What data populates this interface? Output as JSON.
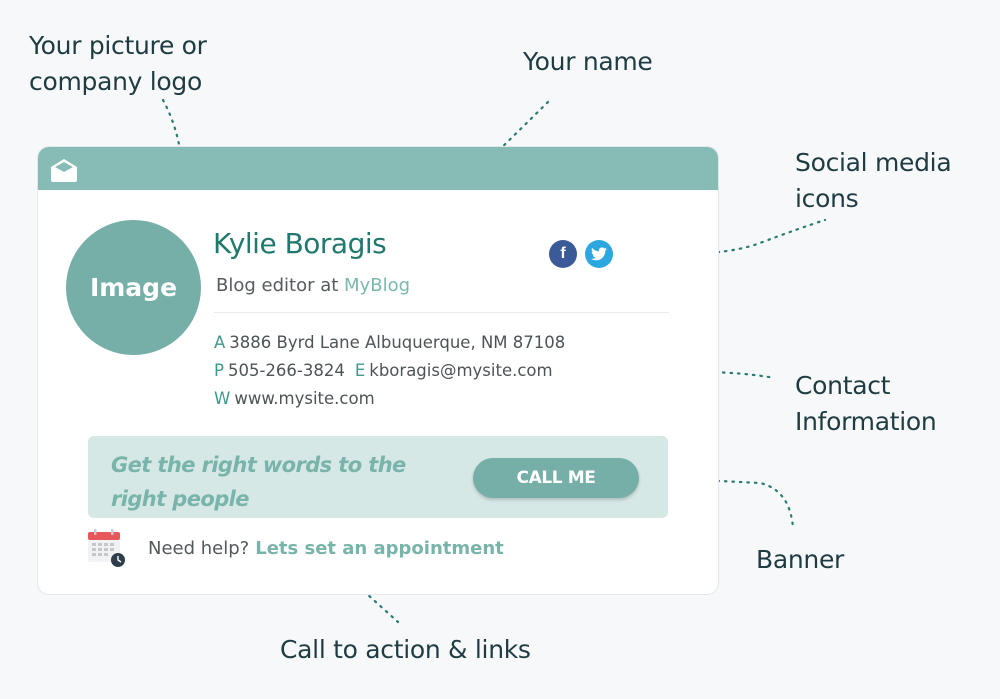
{
  "callouts": {
    "picture": [
      "Your picture or",
      "company logo"
    ],
    "name": "Your name",
    "social": [
      "Social media",
      "icons"
    ],
    "contact": [
      "Contact",
      "Information"
    ],
    "banner": "Banner",
    "cta": "Call to action & links"
  },
  "signature": {
    "header_icon": "envelope-open-icon",
    "avatar_label": "Image",
    "name": "Kylie Boragis",
    "title_prefix": "Blog editor at",
    "company": "MyBlog",
    "social_icons": [
      {
        "name": "facebook-icon",
        "glyph": "f",
        "color": "#3b5b98"
      },
      {
        "name": "twitter-icon",
        "glyph": "t",
        "color": "#2ca7e0"
      }
    ],
    "contact": {
      "address_label": "A",
      "address": "3886 Byrd Lane Albuquerque, NM 87108",
      "phone_label": "P",
      "phone": "505-266-3824",
      "email_label": "E",
      "email": "kboragis@mysite.com",
      "web_label": "W",
      "web": "www.mysite.com"
    },
    "banner": {
      "text": "Get the right words to the right people",
      "button": "CALL ME"
    },
    "cta": {
      "prefix": "Need help?",
      "link": "Lets set an appointment",
      "icon": "calendar-clock-icon"
    }
  },
  "colors": {
    "header": "#86bcb5",
    "accent": "#76afa7",
    "name": "#21786c",
    "banner_bg": "#d6e8e6",
    "connector": "#2b7a6f",
    "background": "#f6f8fa"
  }
}
